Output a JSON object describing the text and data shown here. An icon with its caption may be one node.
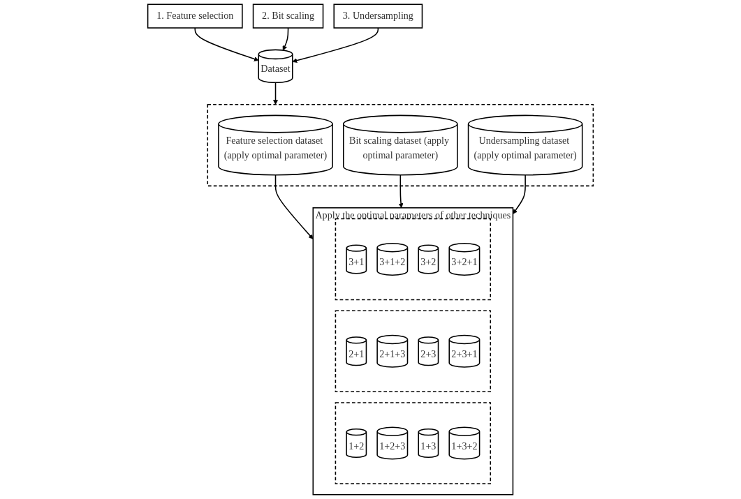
{
  "diagram": {
    "nodes": [
      {
        "text": [
          "1. Feature selection"
        ]
      },
      {
        "text": [
          "2. Bit scaling"
        ]
      },
      {
        "text": [
          "3. Undersampling"
        ]
      },
      {
        "text": [
          "Dataset"
        ]
      },
      {
        "text": [],
        "shape": "box"
      },
      {
        "text": [
          "Feature selection dataset (apply optimal parameter)"
        ],
        "in": 4
      },
      {
        "text": [
          "Bit scaling dataset (apply optimal parameter)"
        ],
        "in": 4
      },
      {
        "text": [
          "Undersampling dataset (apply optimal parameter)"
        ],
        "in": 4
      },
      {
        "text": [
          "Apply the optimal parameters of other techniques"
        ]
      },
      {
        "text": [],
        "shape": "box",
        "in": 8
      },
      {
        "text": [
          "1+2"
        ],
        "in": 9
      },
      {
        "text": [
          "1+2+3"
        ],
        "in": 9
      },
      {
        "text": [
          "1+3"
        ],
        "in": 9
      },
      {
        "text": [
          "1+3+2"
        ],
        "in": 9
      },
      {
        "text": [],
        "shape": "box",
        "in": 8
      },
      {
        "text": [
          "2+1"
        ],
        "in": 14
      },
      {
        "text": [
          "2+1+3"
        ],
        "in": 14
      },
      {
        "text": [
          "2+3"
        ],
        "in": 14
      },
      {
        "text": [
          "2+3+1"
        ],
        "in": 14
      },
      {
        "text": [],
        "shape": "box",
        "in": 8
      },
      {
        "text": [
          "3+1"
        ],
        "in": 19
      },
      {
        "text": [
          "3+1+2"
        ],
        "in": 19
      },
      {
        "text": [
          "3+2"
        ],
        "in": 19
      },
      {
        "text": [
          "3+2+1"
        ],
        "in": 19
      }
    ],
    "edges": [
      {
        "from": 0,
        "to": 3,
        "arrow": "to"
      },
      {
        "from": 1,
        "to": 3,
        "arrow": "to"
      },
      {
        "from": 2,
        "to": 3,
        "arrow": "to"
      },
      {
        "from": 3,
        "to": 4,
        "arrow": "to"
      },
      {
        "from": 5,
        "to": 8,
        "arrow": "to"
      },
      {
        "from": 6,
        "to": 8,
        "arrow": "to"
      },
      {
        "from": 7,
        "to": 8,
        "arrow": "to"
      }
    ]
  }
}
